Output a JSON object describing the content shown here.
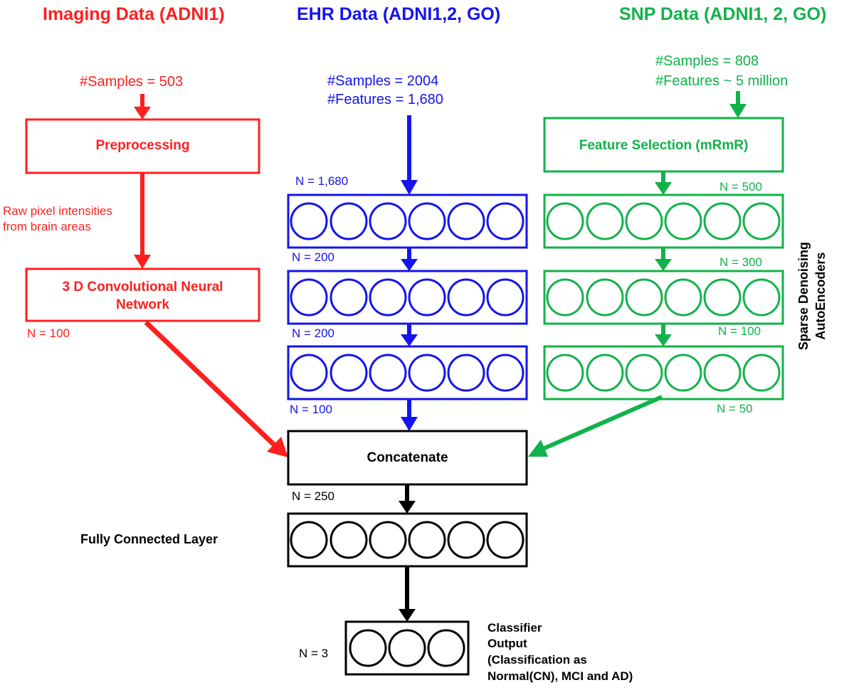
{
  "colors": {
    "imaging": "#ff1f1f",
    "ehr": "#1414ee",
    "snp": "#12b24a",
    "common": "#000000"
  },
  "imaging": {
    "title": "Imaging Data (ADNI1)",
    "samples": "#Samples = 503",
    "preprocessing": "Preprocessing",
    "raw_line1": "Raw pixel intensities",
    "raw_line2": "from brain areas",
    "cnn_line1": "3 D Convolutional Neural",
    "cnn_line2": "Network",
    "n_out": "N = 100"
  },
  "ehr": {
    "title": "EHR Data (ADNI1,2, GO)",
    "samples": "#Samples = 2004",
    "features": "#Features = 1,680",
    "n_in": "N = 1,680",
    "n_layer1": "N = 200",
    "n_layer2": "N = 200",
    "n_out": "N = 100"
  },
  "snp": {
    "title": "SNP Data (ADNI1, 2, GO)",
    "samples": "#Samples = 808",
    "features": "#Features ~ 5 million",
    "feature_selection": "Feature Selection (mRmR)",
    "n_in": "N = 500",
    "n_layer1": "N = 300",
    "n_layer2": "N = 100",
    "n_out": "N = 50",
    "autoencoder_line1": "Sparse Denoising",
    "autoencoder_line2": "AutoEncoders"
  },
  "concatenate": "Concatenate",
  "n_concat": "N = 250",
  "fully_connected": "Fully Connected Layer",
  "n_classes": "N = 3",
  "classifier": {
    "line1": "Classifier",
    "line2": "Output",
    "line3": "(Classification as",
    "line4": "Normal(CN), MCI and AD)"
  }
}
